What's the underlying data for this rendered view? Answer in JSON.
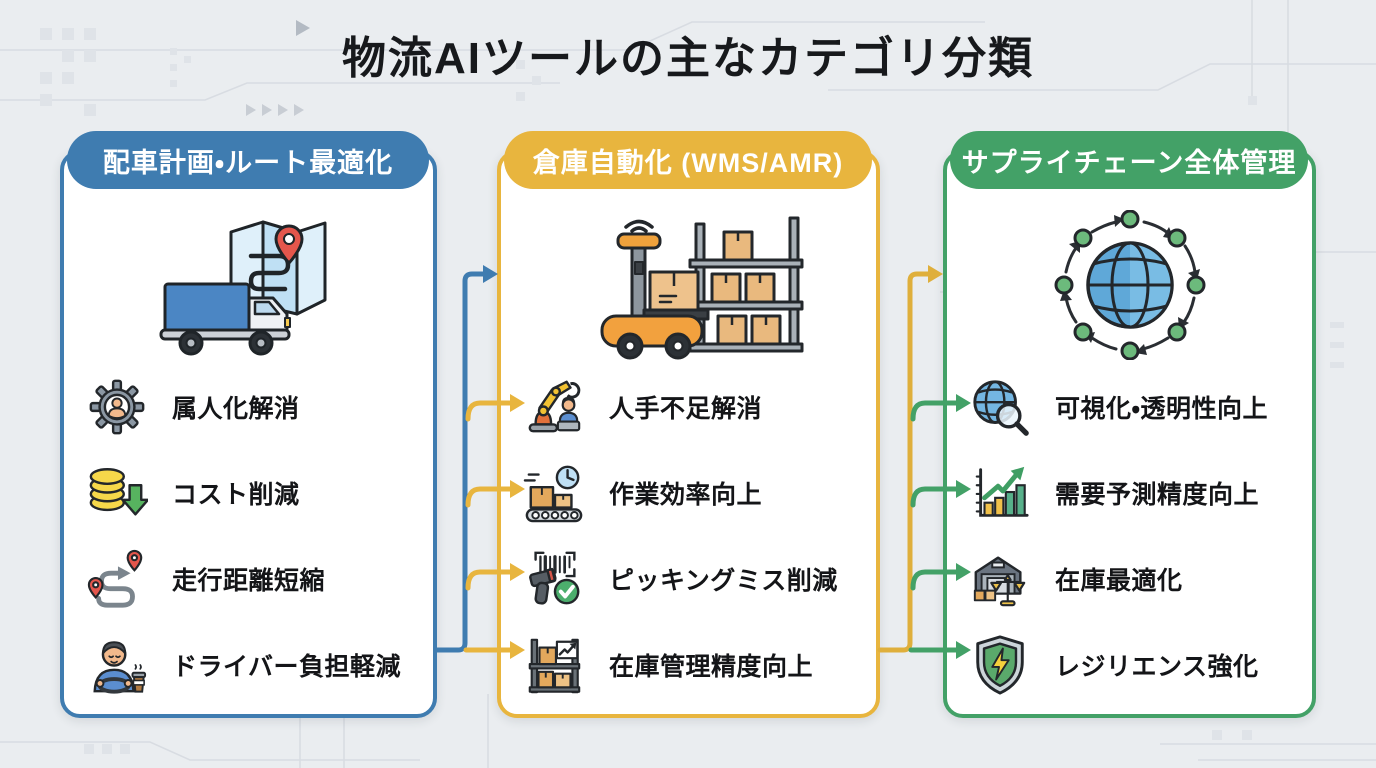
{
  "title": "物流AIツールの主なカテゴリ分類",
  "columns": [
    {
      "header": "配車計画・ルート最適化",
      "accent_color": "#3f7cb0",
      "illustration": "truck-and-route-map",
      "items": [
        {
          "icon": "gear-person-icon",
          "label": "属人化解消"
        },
        {
          "icon": "coins-down-arrow-icon",
          "label": "コスト削減"
        },
        {
          "icon": "route-pins-icon",
          "label": "走行距離短縮"
        },
        {
          "icon": "relaxed-driver-icon",
          "label": "ドライバー負担軽減"
        }
      ]
    },
    {
      "header": "倉庫自動化 (WMS/AMR)",
      "accent_color": "#e8b53e",
      "illustration": "agv-forklift-and-rack",
      "items": [
        {
          "icon": "robot-arm-operator-icon",
          "label": "人手不足解消"
        },
        {
          "icon": "conveyor-clock-icon",
          "label": "作業効率向上"
        },
        {
          "icon": "barcode-scanner-check-icon",
          "label": "ピッキングミス削減"
        },
        {
          "icon": "inventory-rack-chart-icon",
          "label": "在庫管理精度向上"
        }
      ]
    },
    {
      "header": "サプライチェーン全体管理",
      "accent_color": "#43a167",
      "illustration": "global-network-globe",
      "items": [
        {
          "icon": "globe-magnifier-icon",
          "label": "可視化・透明性向上"
        },
        {
          "icon": "growth-chart-icon",
          "label": "需要予測精度向上"
        },
        {
          "icon": "warehouse-scales-icon",
          "label": "在庫最適化"
        },
        {
          "icon": "shield-lightning-icon",
          "label": "レジリエンス強化"
        }
      ]
    }
  ],
  "connectors": {
    "col1_to_col2": {
      "trunk_color": "#3f7cb0",
      "branch_color": "#e8b53e"
    },
    "col2_to_col3": {
      "trunk_color": "#dfaf3c",
      "branch_color": "#43a167"
    }
  },
  "background": {
    "base_color": "#eaedf0",
    "pattern": "faint circuit-board traces"
  }
}
